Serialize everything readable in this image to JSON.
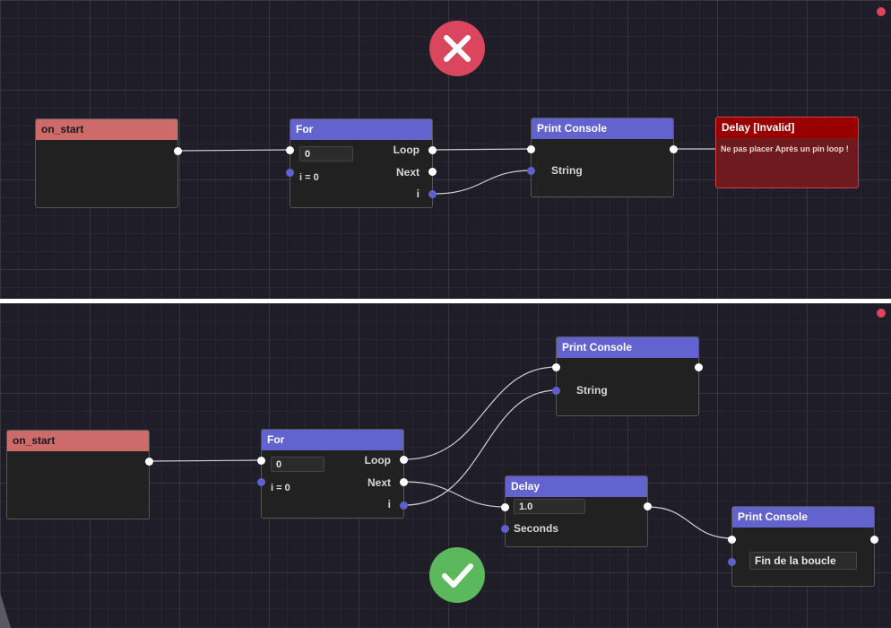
{
  "colors": {
    "event_header": "#cd6a6a",
    "flow_header": "#6363cf",
    "invalid_header": "#990000",
    "invalid_body": "#6e1a1e",
    "exec_pin": "#ffffff",
    "data_pin": "#6060cc",
    "error_badge": "#d9465e",
    "ok_badge": "#5cb85c"
  },
  "top": {
    "badge_icon": "cross-icon",
    "on_start": {
      "title": "on_start"
    },
    "for": {
      "title": "For",
      "value": "0",
      "loop": "Loop",
      "next": "Next",
      "i": "i",
      "i_label": "i = 0"
    },
    "print": {
      "title": "Print Console",
      "string": "String"
    },
    "delay_invalid": {
      "title": "Delay [Invalid]",
      "message": "Ne pas placer Après un pin loop !"
    }
  },
  "bottom": {
    "badge_icon": "check-icon",
    "on_start": {
      "title": "on_start"
    },
    "for": {
      "title": "For",
      "value": "0",
      "loop": "Loop",
      "next": "Next",
      "i": "i",
      "i_label": "i = 0"
    },
    "print1": {
      "title": "Print Console",
      "string": "String"
    },
    "delay": {
      "title": "Delay",
      "value": "1.0",
      "seconds": "Seconds"
    },
    "print2": {
      "title": "Print Console",
      "value": "Fin de la boucle"
    }
  }
}
